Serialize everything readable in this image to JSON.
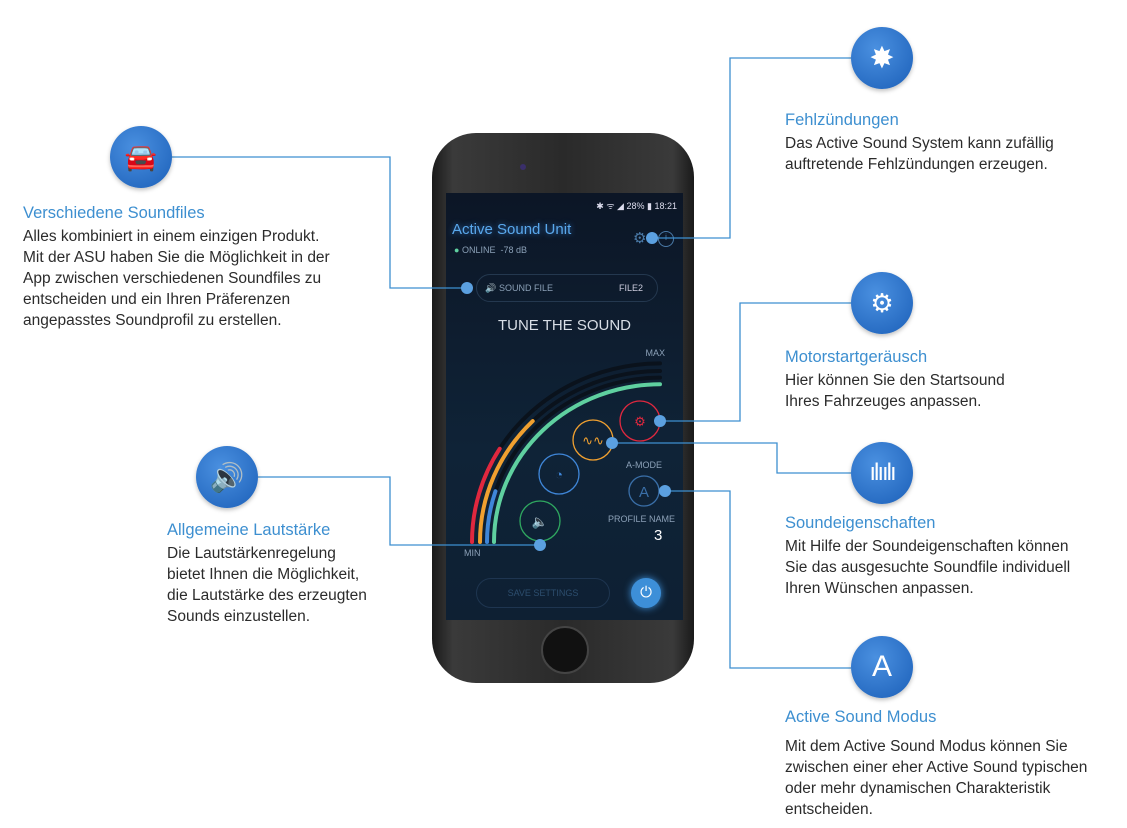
{
  "annotations": {
    "soundfiles": {
      "title": "Verschiedene Soundfiles",
      "lines": [
        "Alles kombiniert in einem einzigen Produkt.",
        "Mit der ASU haben Sie die Möglichkeit in der",
        "App zwischen verschiedenen Soundfiles zu",
        "entscheiden und ein Ihren Präferenzen",
        "angepasstes Soundprofil zu erstellen."
      ],
      "icon": "cars-icon"
    },
    "fehl": {
      "title": "Fehlzündungen",
      "lines": [
        "Das Active Sound System kann zufällig",
        "auftretende Fehlzündungen erzeugen."
      ],
      "icon": "burst-icon"
    },
    "motor": {
      "title": "Motorstartgeräusch",
      "lines": [
        "Hier können Sie den Startsound",
        "Ihres Fahrzeuges anpassen."
      ],
      "icon": "engine-icon"
    },
    "sound": {
      "title": "Soundeigenschaften",
      "lines": [
        "Mit Hilfe der Soundeigenschaften können",
        "Sie das ausgesuchte Soundfile individuell",
        "Ihren Wünschen anpassen."
      ],
      "icon": "waveform-icon"
    },
    "modus": {
      "title": "Active Sound Modus",
      "lines": [
        "Mit dem Active Sound Modus können Sie",
        "zwischen einer eher Active Sound typischen",
        "oder mehr dynamischen Charakteristik",
        "entscheiden."
      ],
      "icon": "letter-a-icon",
      "glyph": "A"
    },
    "volume": {
      "title": "Allgemeine Lautstärke",
      "lines": [
        "Die Lautstärkenregelung",
        "bietet Ihnen die Möglichkeit,",
        "die Lautstärke des erzeugten",
        "Sounds einzustellen."
      ],
      "icon": "speaker-icon"
    }
  },
  "app": {
    "status": {
      "battery": "28%",
      "time": "18:21"
    },
    "title": "Active Sound Unit",
    "online": "ONLINE",
    "db": "-78 dB",
    "sound_file_label": "SOUND FILE",
    "sound_file_value": "FILE2",
    "heading": "TUNE THE SOUND",
    "max": "MAX",
    "min": "MIN",
    "a_mode": "A-MODE",
    "a_glyph": "A",
    "profile_label": "PROFILE NAME",
    "profile_value": "3",
    "save": "SAVE SETTINGS",
    "levels": {
      "volume": 0.35,
      "speed": 0.5,
      "sound": 0.2,
      "motor": 1.0
    },
    "colors": {
      "red": "#e0283f",
      "orange": "#f0a030",
      "blue": "#3f86d8",
      "green": "#5fd0a0",
      "accent": "#3d8fd0"
    }
  }
}
